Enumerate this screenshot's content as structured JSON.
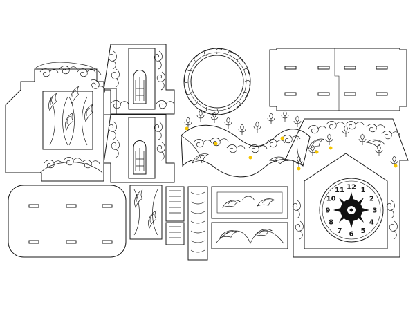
{
  "clock": {
    "numerals": [
      "12",
      "1",
      "2",
      "3",
      "4",
      "5",
      "6",
      "7",
      "8",
      "9",
      "10",
      "11"
    ]
  },
  "colors": {
    "line": "#1a1a1a",
    "background": "#ffffff",
    "highlight_dot": "#f5c400"
  },
  "icons": [
    "clock-face-icon",
    "scroll-ornament-icon",
    "bird-ornament-icon",
    "fleur-de-lis-icon"
  ]
}
